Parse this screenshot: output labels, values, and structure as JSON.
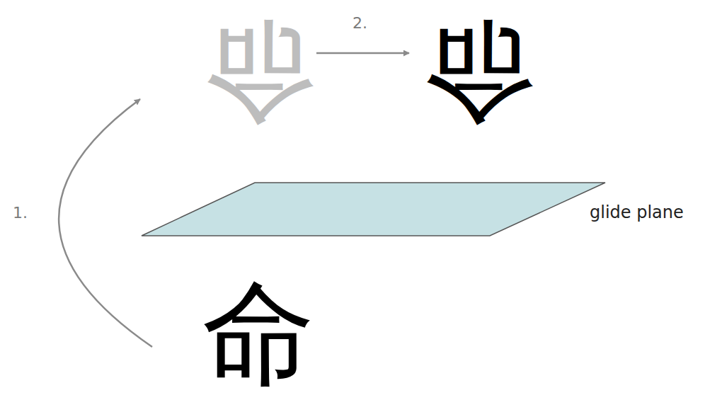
{
  "diagram": {
    "labels": [
      "2.",
      "命",
      "命",
      "1.",
      "glide plane",
      "命"
    ]
  }
}
